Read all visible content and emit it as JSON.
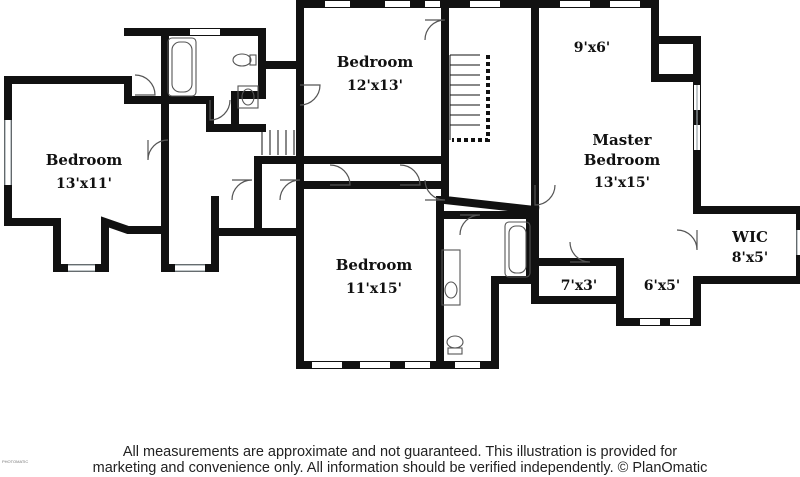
{
  "rooms": [
    {
      "id": "bedroom-west",
      "name": "Bedroom",
      "size": "13'x11'"
    },
    {
      "id": "bedroom-north",
      "name": "Bedroom",
      "size": "12'x13'"
    },
    {
      "id": "bedroom-south",
      "name": "Bedroom",
      "size": "11'x15'"
    },
    {
      "id": "master",
      "name": "Master",
      "name2": "Bedroom",
      "size": "13'x15'"
    },
    {
      "id": "closet-ne",
      "size": "9'x6'"
    },
    {
      "id": "wic",
      "name": "WIC",
      "size": "8'x5'"
    },
    {
      "id": "closet-7x3",
      "size": "7'x3'"
    },
    {
      "id": "closet-6x5",
      "size": "6'x5'"
    }
  ],
  "disclaimer": {
    "line1": "All measurements are approximate and not guaranteed. This illustration is provided for",
    "line2": "marketing and convenience only. All information should be verified independently. © PlanOmatic"
  },
  "stamp": "PHOTOMATIC",
  "colors": {
    "wall": "#111111",
    "window": "#9aa3a8",
    "fixture": "#555555"
  }
}
